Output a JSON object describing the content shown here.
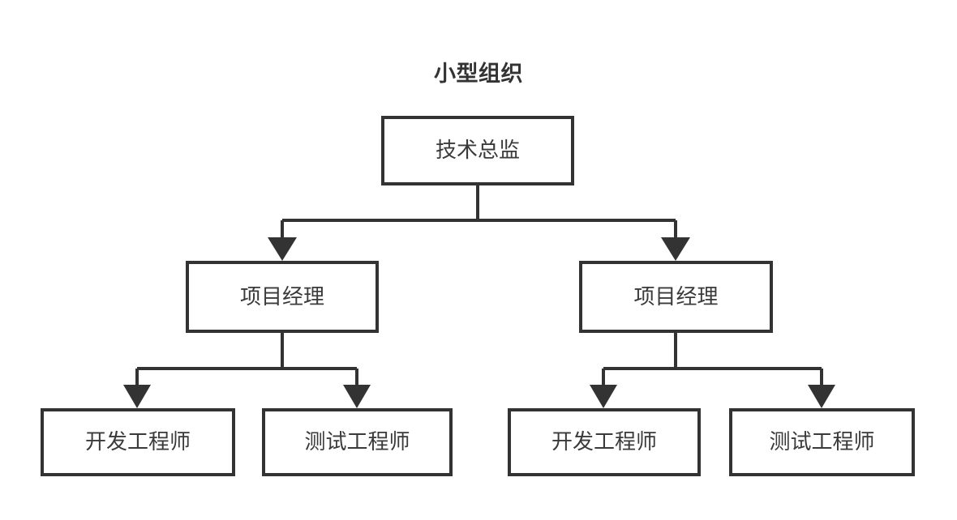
{
  "diagram": {
    "title": "小型组织",
    "type": "org-chart",
    "stroke_color": "#333333",
    "text_color": "#3a3a3a",
    "background_color": "#ffffff",
    "nodes": [
      {
        "id": "root",
        "label": "技术总监",
        "level": 0
      },
      {
        "id": "pm_l",
        "label": "项目经理",
        "level": 1
      },
      {
        "id": "pm_r",
        "label": "项目经理",
        "level": 1
      },
      {
        "id": "leaf_1",
        "label": "开发工程师",
        "level": 2
      },
      {
        "id": "leaf_2",
        "label": "测试工程师",
        "level": 2
      },
      {
        "id": "leaf_3",
        "label": "开发工程师",
        "level": 2
      },
      {
        "id": "leaf_4",
        "label": "测试工程师",
        "level": 2
      }
    ],
    "edges": [
      {
        "from": "root",
        "to": "pm_l"
      },
      {
        "from": "root",
        "to": "pm_r"
      },
      {
        "from": "pm_l",
        "to": "leaf_1"
      },
      {
        "from": "pm_l",
        "to": "leaf_2"
      },
      {
        "from": "pm_r",
        "to": "leaf_3"
      },
      {
        "from": "pm_r",
        "to": "leaf_4"
      }
    ]
  }
}
